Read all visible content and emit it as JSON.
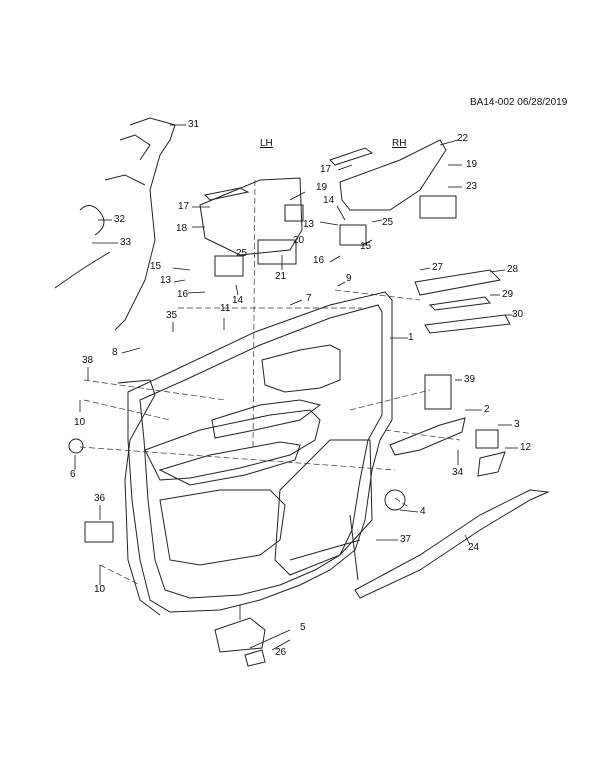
{
  "header": {
    "ref_code": "BA14-002 06/28/2019"
  },
  "side_labels": {
    "left": "LH",
    "right": "RH"
  },
  "callouts": [
    "31",
    "32",
    "33",
    "17",
    "18",
    "19",
    "20",
    "21",
    "25",
    "15",
    "13",
    "16",
    "14",
    "11",
    "8",
    "35",
    "38",
    "10",
    "6",
    "36",
    "10",
    "7",
    "9",
    "1",
    "14",
    "13",
    "15",
    "16",
    "25",
    "22",
    "17",
    "19",
    "23",
    "27",
    "28",
    "29",
    "30",
    "39",
    "2",
    "3",
    "34",
    "12",
    "4",
    "37",
    "24",
    "5",
    "26"
  ]
}
